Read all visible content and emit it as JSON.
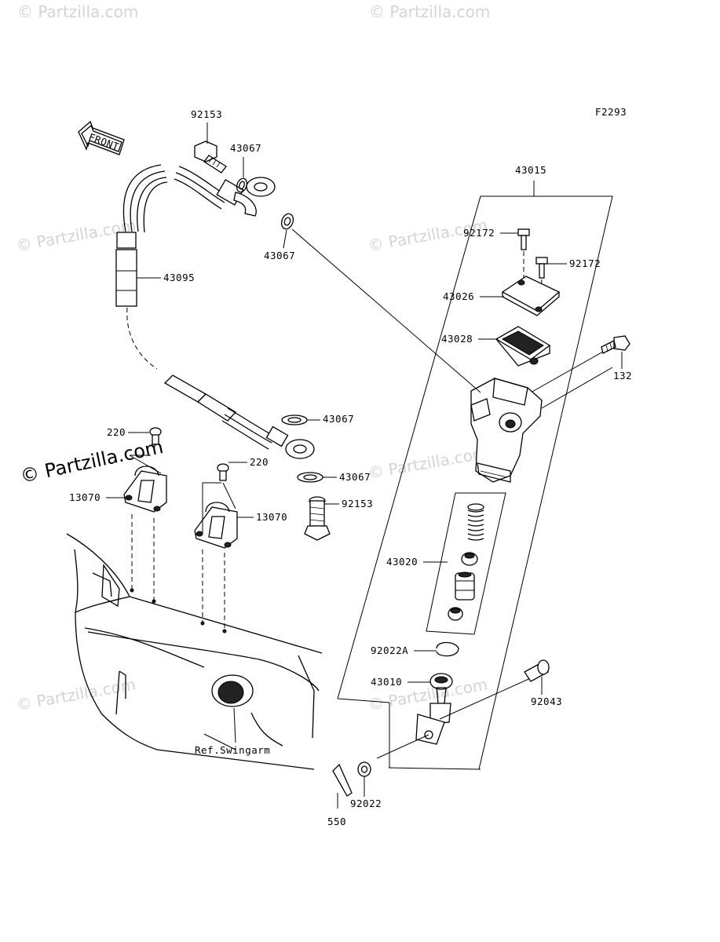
{
  "figure_code": "F2293",
  "front_label": "FRONT",
  "watermark": "© Partzilla.com",
  "watermark_brand": "© Partzilla.com",
  "labels": {
    "p92153_top": "92153",
    "p43067_a": "43067",
    "p43067_b": "43067",
    "p43095": "43095",
    "p43015": "43015",
    "p92172_a": "92172",
    "p92172_b": "92172",
    "p43026": "43026",
    "p43028": "43028",
    "p132": "132",
    "p43067_c": "43067",
    "p43067_d": "43067",
    "p92153_bot": "92153",
    "p220_a": "220",
    "p220_b": "220",
    "p13070_a": "13070",
    "p13070_b": "13070",
    "p43020": "43020",
    "p92022A": "92022A",
    "p43010": "43010",
    "p92043": "92043",
    "p92022": "92022",
    "p550": "550",
    "ref_swingarm": "Ref.Swingarm"
  }
}
